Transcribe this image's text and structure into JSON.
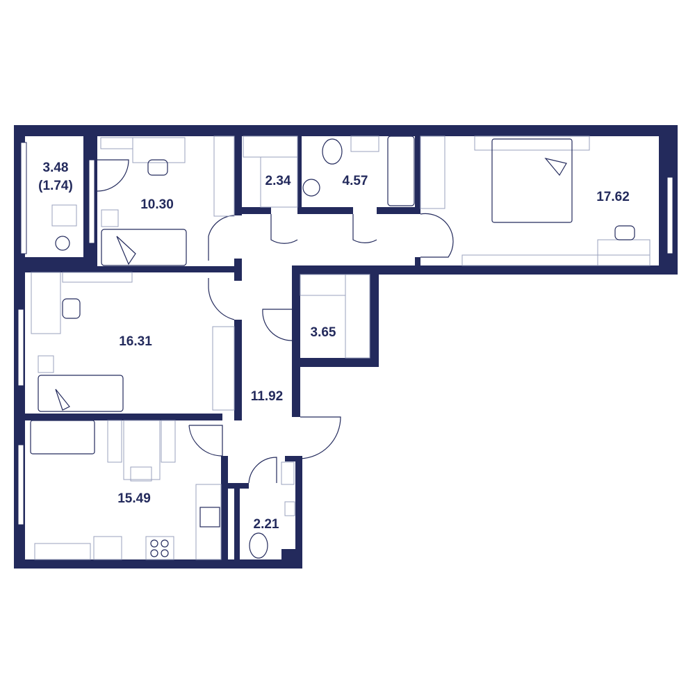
{
  "plan": {
    "wall_color": "#232a5c",
    "rooms": {
      "balcony_area": "3.48",
      "balcony_area_reduced": "(1.74)",
      "bedroom_small": "10.30",
      "wardrobe_1": "2.34",
      "bathroom": "4.57",
      "bedroom_master": "17.62",
      "bedroom_middle": "16.31",
      "wardrobe_2": "3.65",
      "hallway": "11.92",
      "kitchen_living": "15.49",
      "toilet": "2.21"
    }
  }
}
